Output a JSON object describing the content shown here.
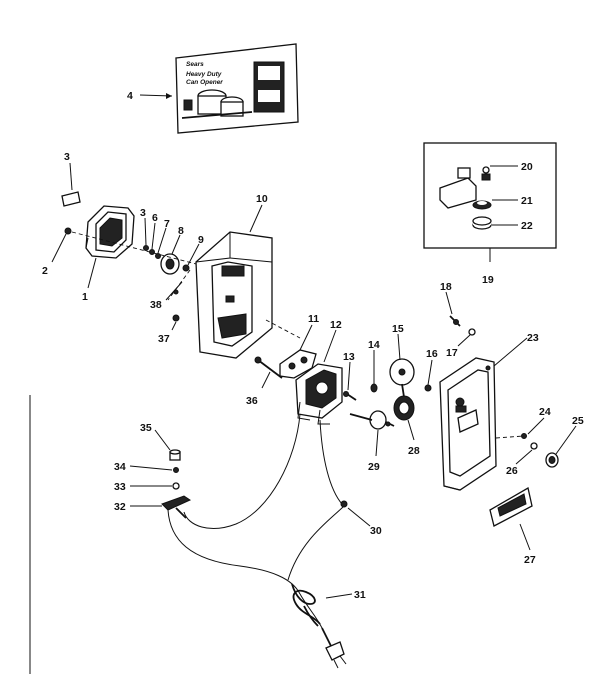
{
  "diagram": {
    "cover_text": {
      "brand": "Sears",
      "line1": "Heavy Duty",
      "line2": "Can Opener"
    },
    "callouts": [
      {
        "id": "c1",
        "text": "1"
      },
      {
        "id": "c2",
        "text": "2"
      },
      {
        "id": "c3a",
        "text": "3"
      },
      {
        "id": "c3b",
        "text": "3"
      },
      {
        "id": "c4",
        "text": "4"
      },
      {
        "id": "c6",
        "text": "6"
      },
      {
        "id": "c7",
        "text": "7"
      },
      {
        "id": "c8",
        "text": "8"
      },
      {
        "id": "c9",
        "text": "9"
      },
      {
        "id": "c10",
        "text": "10"
      },
      {
        "id": "c11",
        "text": "11"
      },
      {
        "id": "c12",
        "text": "12"
      },
      {
        "id": "c13",
        "text": "13"
      },
      {
        "id": "c14",
        "text": "14"
      },
      {
        "id": "c15",
        "text": "15"
      },
      {
        "id": "c16",
        "text": "16"
      },
      {
        "id": "c17",
        "text": "17"
      },
      {
        "id": "c18",
        "text": "18"
      },
      {
        "id": "c19",
        "text": "19"
      },
      {
        "id": "c20",
        "text": "20"
      },
      {
        "id": "c21",
        "text": "21"
      },
      {
        "id": "c22",
        "text": "22"
      },
      {
        "id": "c23",
        "text": "23"
      },
      {
        "id": "c24",
        "text": "24"
      },
      {
        "id": "c25",
        "text": "25"
      },
      {
        "id": "c26",
        "text": "26"
      },
      {
        "id": "c27",
        "text": "27"
      },
      {
        "id": "c28",
        "text": "28"
      },
      {
        "id": "c29",
        "text": "29"
      },
      {
        "id": "c30",
        "text": "30"
      },
      {
        "id": "c31",
        "text": "31"
      },
      {
        "id": "c32",
        "text": "32"
      },
      {
        "id": "c33",
        "text": "33"
      },
      {
        "id": "c34",
        "text": "34"
      },
      {
        "id": "c35",
        "text": "35"
      },
      {
        "id": "c36",
        "text": "36"
      },
      {
        "id": "c37",
        "text": "37"
      },
      {
        "id": "c38",
        "text": "38"
      }
    ]
  }
}
